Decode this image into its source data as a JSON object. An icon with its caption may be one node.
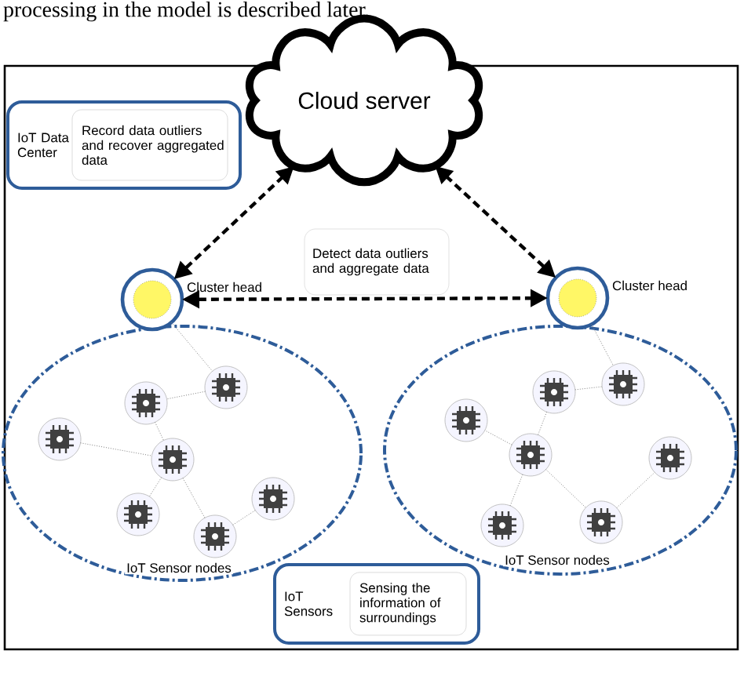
{
  "diagram": {
    "nodes": [
      {
        "text": [
          "Cloud server"
        ]
      },
      {
        "text": [
          "IoT Data Center",
          "Record data outliers and recover aggregated data"
        ]
      },
      {
        "text": [
          "Detect data outliers and aggregate data"
        ]
      },
      {
        "text": [],
        "shape": "circle",
        "beside": [
          "Cluster head"
        ]
      },
      {
        "text": [],
        "shape": "circle",
        "beside": [
          "Cluster head"
        ]
      },
      {
        "text": [
          "IoT Sensor nodes"
        ]
      },
      {
        "text": [],
        "shape": "chip",
        "in": 5
      },
      {
        "text": [],
        "shape": "chip",
        "in": 5
      },
      {
        "text": [],
        "shape": "chip",
        "in": 5
      },
      {
        "text": [],
        "shape": "chip",
        "in": 5
      },
      {
        "text": [],
        "shape": "chip",
        "in": 5
      },
      {
        "text": [],
        "shape": "chip",
        "in": 5
      },
      {
        "text": [],
        "shape": "chip",
        "in": 5
      },
      {
        "text": [
          "IoT Sensor nodes"
        ]
      },
      {
        "text": [],
        "shape": "chip",
        "in": 13
      },
      {
        "text": [],
        "shape": "chip",
        "in": 13
      },
      {
        "text": [],
        "shape": "chip",
        "in": 13
      },
      {
        "text": [],
        "shape": "chip",
        "in": 13
      },
      {
        "text": [],
        "shape": "chip",
        "in": 13
      },
      {
        "text": [],
        "shape": "chip",
        "in": 13
      },
      {
        "text": [],
        "shape": "chip",
        "in": 13
      },
      {
        "text": [
          "IoT Sensors",
          "Sensing the information of surroundings"
        ]
      }
    ],
    "edges": [
      {
        "from": 3,
        "to": 0,
        "arrow": "both",
        "style": "dashed",
        "color": "#000000"
      },
      {
        "from": 4,
        "to": 0,
        "arrow": "both",
        "style": "dashed",
        "color": "#000000"
      },
      {
        "from": 3,
        "to": 4,
        "arrow": "both",
        "style": "dashed",
        "color": "#000000"
      },
      {
        "from": 3,
        "to": 6,
        "arrow": "none"
      },
      {
        "from": 6,
        "to": 7,
        "arrow": "none"
      },
      {
        "from": 7,
        "to": 9,
        "arrow": "none"
      },
      {
        "from": 8,
        "to": 9,
        "arrow": "none"
      },
      {
        "from": 9,
        "to": 10,
        "arrow": "none"
      },
      {
        "from": 9,
        "to": 11,
        "arrow": "none"
      },
      {
        "from": 11,
        "to": 12,
        "arrow": "none"
      },
      {
        "from": 4,
        "to": 14,
        "arrow": "none"
      },
      {
        "from": 15,
        "to": 14,
        "arrow": "none"
      },
      {
        "from": 15,
        "to": 17,
        "arrow": "none"
      },
      {
        "from": 17,
        "to": 16,
        "arrow": "none"
      },
      {
        "from": 17,
        "to": 19,
        "arrow": "none"
      },
      {
        "from": 17,
        "to": 20,
        "arrow": "none"
      },
      {
        "from": 20,
        "to": 18,
        "arrow": "none"
      }
    ],
    "labels": [
      "processing in the model is described later."
    ]
  }
}
